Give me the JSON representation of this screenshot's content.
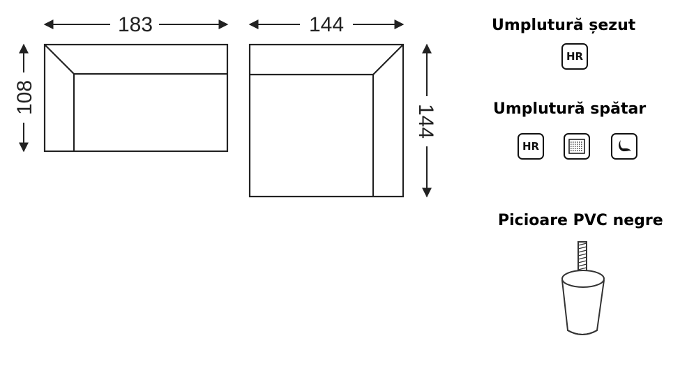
{
  "dimensions": {
    "left_width": "183",
    "left_depth": "108",
    "right_width": "144",
    "right_depth": "144"
  },
  "headings": {
    "seat_filling": "Umplutură șezut",
    "back_filling": "Umplutură spătar",
    "legs": "Picioare PVC negre"
  },
  "icons": {
    "seat": [
      {
        "name": "hr-foam-icon",
        "text": "HR"
      }
    ],
    "back": [
      {
        "name": "hr-foam-icon",
        "text": "HR"
      },
      {
        "name": "fiber-pad-icon",
        "text": ""
      },
      {
        "name": "feather-icon",
        "text": ""
      }
    ]
  },
  "colors": {
    "line": "#222222",
    "icon_border": "#111111"
  }
}
